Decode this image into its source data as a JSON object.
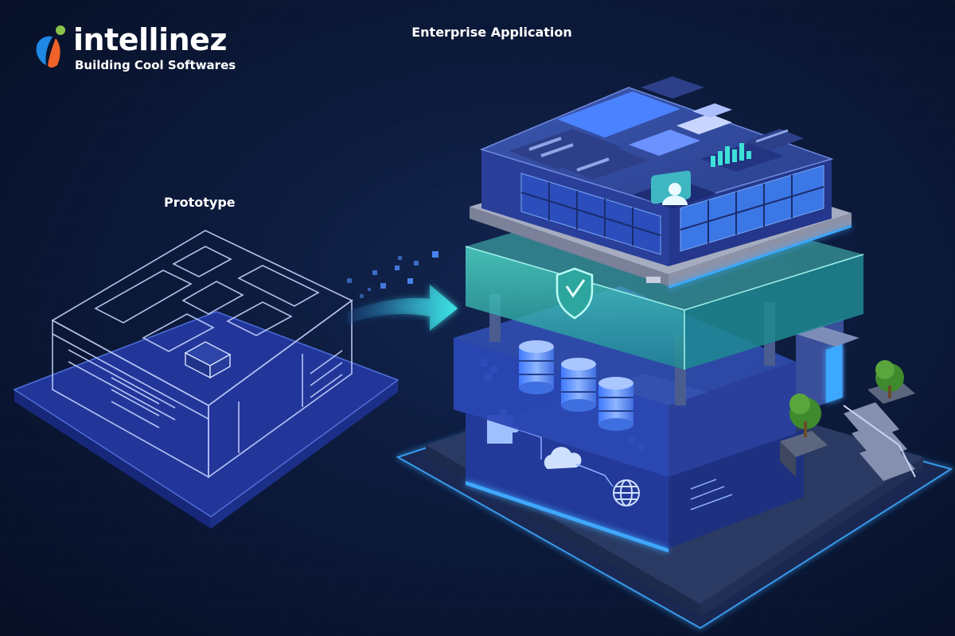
{
  "brand": {
    "name": "intellinez",
    "tagline": "Building Cool Softwares",
    "colors": {
      "accent_orange": "#f0622a",
      "accent_blue": "#1e88e5",
      "accent_green": "#8bc34a"
    }
  },
  "labels": {
    "prototype": "Prototype",
    "enterprise": "Enterprise Application"
  },
  "icons": [
    "shield-icon",
    "user-profile-icon",
    "bar-chart-icon",
    "database-icon",
    "puzzle-icon",
    "cloud-icon",
    "globe-icon",
    "tree-icon",
    "arrow-icon"
  ],
  "colors": {
    "background": "#0b1a3a",
    "building_blue": "#3552b8",
    "teal_layer": "#35c6b6",
    "glow": "#4fa8ff"
  }
}
